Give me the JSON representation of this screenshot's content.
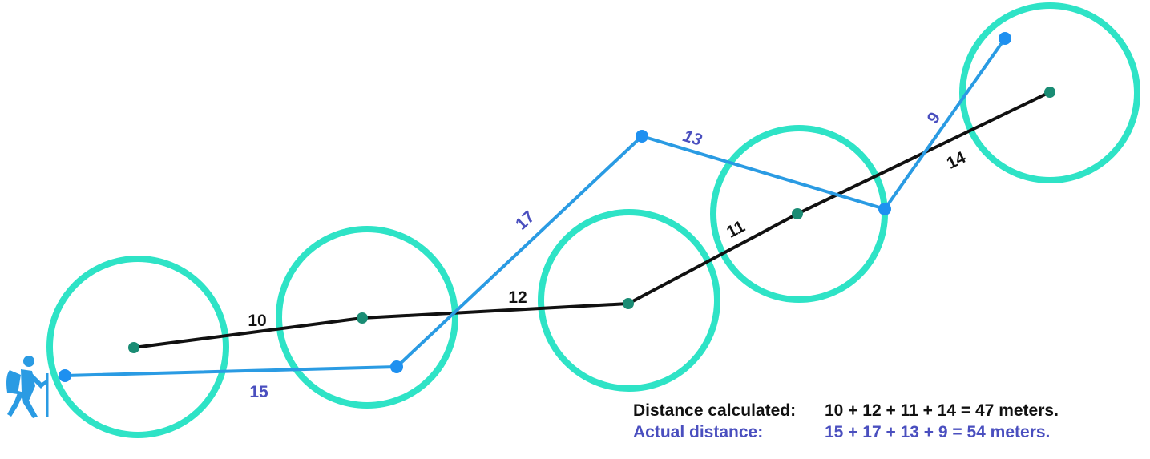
{
  "colors": {
    "circle": "#2ee3c6",
    "calculated_path": "#111111",
    "calculated_node": "#1a8c74",
    "actual_path": "#2a9be3",
    "actual_node": "#1e90f0",
    "calculated_text": "#111111",
    "actual_text": "#4a4fbf",
    "hiker_icon": "#2a9be3"
  },
  "icons": {
    "hiker": "hiker-icon"
  },
  "calculated_segments": [
    "10",
    "12",
    "11",
    "14"
  ],
  "actual_segments": [
    "15",
    "17",
    "13",
    "9"
  ],
  "legend": {
    "calculated_label": "Distance calculated:",
    "calculated_sum": "10 + 12 + 11 + 14 = 47 meters.",
    "actual_label": "Actual distance:",
    "actual_sum": "15 + 17 + 13 + 9   = 54 meters."
  }
}
